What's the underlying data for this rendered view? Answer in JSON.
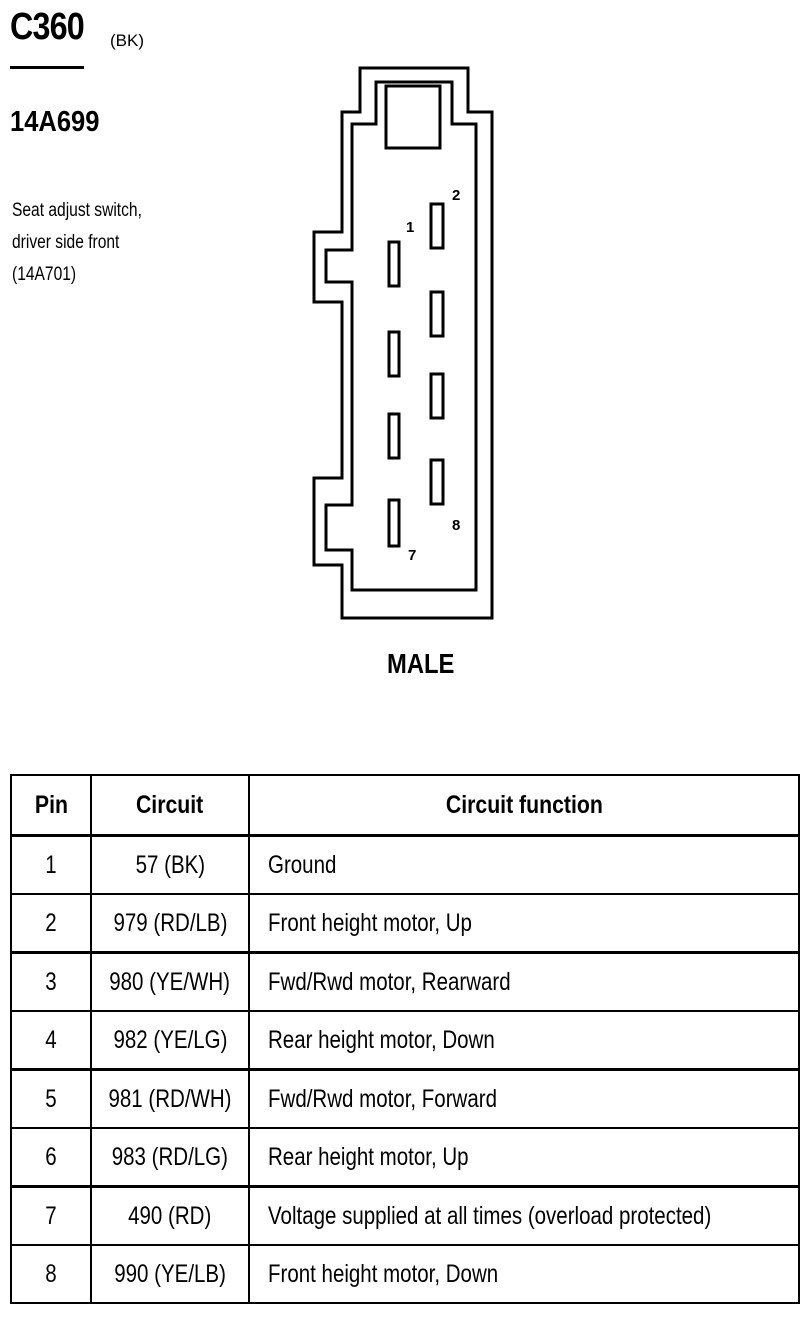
{
  "header": {
    "connector_id": "C360",
    "connector_color": "(BK)",
    "part_number": "14A699",
    "description_lines": [
      "Seat adjust switch,",
      "driver side front",
      "(14A701)"
    ]
  },
  "diagram": {
    "pin_labels": [
      "1",
      "2",
      "7",
      "8"
    ],
    "gender_label": "MALE"
  },
  "table": {
    "headers": [
      "Pin",
      "Circuit",
      "Circuit function"
    ],
    "rows": [
      {
        "pin": "1",
        "circuit": "57 (BK)",
        "function": "Ground"
      },
      {
        "pin": "2",
        "circuit": "979 (RD/LB)",
        "function": "Front height motor, Up"
      },
      {
        "pin": "3",
        "circuit": "980 (YE/WH)",
        "function": "Fwd/Rwd motor, Rearward"
      },
      {
        "pin": "4",
        "circuit": "982 (YE/LG)",
        "function": "Rear height motor, Down"
      },
      {
        "pin": "5",
        "circuit": "981 (RD/WH)",
        "function": "Fwd/Rwd motor, Forward"
      },
      {
        "pin": "6",
        "circuit": "983 (RD/LG)",
        "function": "Rear height motor, Up"
      },
      {
        "pin": "7",
        "circuit": "490 (RD)",
        "function": "Voltage supplied at all times (overload protected)"
      },
      {
        "pin": "8",
        "circuit": "990 (YE/LB)",
        "function": "Front height motor, Down"
      }
    ]
  }
}
